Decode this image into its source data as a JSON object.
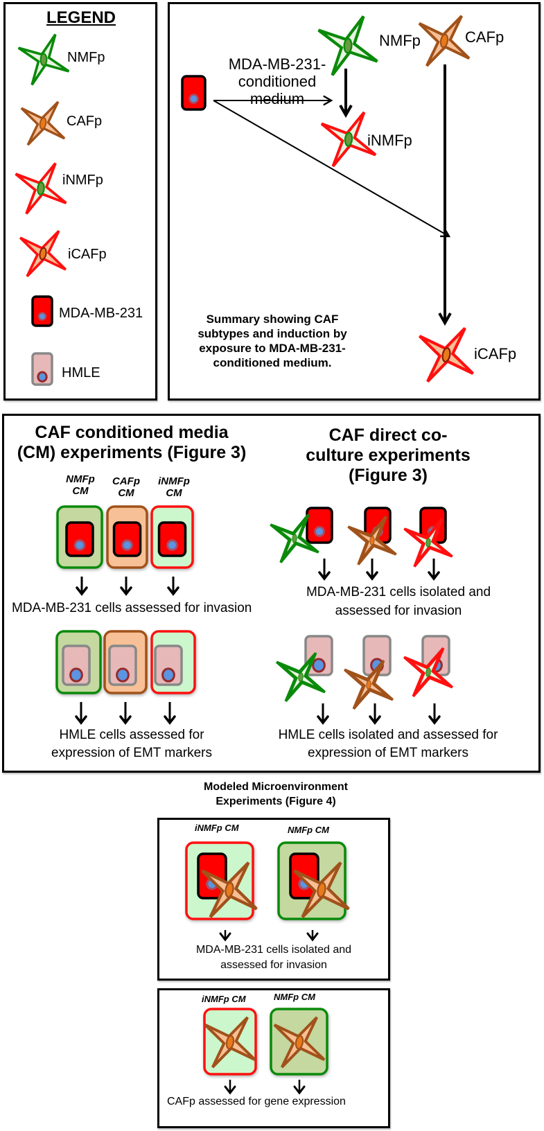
{
  "legend": {
    "title": "LEGEND",
    "items": [
      {
        "label": "NMFp",
        "icon": "nmfp-cell-icon"
      },
      {
        "label": "CAFp",
        "icon": "cafp-cell-icon"
      },
      {
        "label": "iNMFp",
        "icon": "inmfp-cell-icon"
      },
      {
        "label": "iCAFp",
        "icon": "icafp-cell-icon"
      },
      {
        "label": "MDA-MB-231",
        "icon": "mda-mb-231-cell-icon"
      },
      {
        "label": "HMLE",
        "icon": "hmle-cell-icon"
      }
    ]
  },
  "summary": {
    "nmfp_label": "NMFp",
    "cafp_label": "CAFp",
    "inmfp_label": "iNMFp",
    "icafp_label": "iCAFp",
    "medium_label": [
      "MDA-MB-231-",
      "conditioned",
      "medium"
    ],
    "caption": [
      "Summary showing CAF",
      "subtypes and induction by",
      "exposure to MDA-MB-231-",
      "conditioned medium."
    ]
  },
  "cm_experiments": {
    "title": [
      "CAF conditioned media",
      "(CM) experiments (Figure 3)"
    ],
    "wells": [
      {
        "label": [
          "NMFp",
          "CM"
        ],
        "type": "NMFp"
      },
      {
        "label": [
          "CAFp",
          "CM"
        ],
        "type": "CAFp"
      },
      {
        "label": [
          "iNMFp",
          "CM"
        ],
        "type": "iNMFp"
      }
    ],
    "invasion_text": "MDA-MB-231 cells assessed for invasion",
    "emt_text": [
      "HMLE cells assessed for",
      "expression of EMT markers"
    ]
  },
  "coculture_experiments": {
    "title": [
      "CAF direct co-",
      "culture experiments",
      "(Figure 3)"
    ],
    "fibroblasts": [
      "NMFp",
      "CAFp",
      "iNMFp"
    ],
    "invasion_text": [
      "MDA-MB-231 cells isolated and",
      "assessed for invasion"
    ],
    "emt_text": [
      "HMLE cells isolated and assessed for",
      "expression of EMT markers"
    ]
  },
  "modeled": {
    "title": [
      "Modeled Microenvironment",
      "Experiments (Figure 4)"
    ],
    "panel1": {
      "wells": [
        {
          "label": "iNMFp CM",
          "type": "iNMFp"
        },
        {
          "label": "NMFp CM",
          "type": "NMFp"
        }
      ],
      "result_text": [
        "MDA-MB-231 cells isolated and",
        "assessed for invasion"
      ]
    },
    "panel2": {
      "wells": [
        {
          "label": "iNMFp CM",
          "type": "iNMFp"
        },
        {
          "label": "NMFp CM",
          "type": "NMFp"
        }
      ],
      "result_text": "CAFp assessed for gene expression"
    }
  },
  "colors": {
    "nmfp_outline": "#0a8a0a",
    "nmfp_fill": "#e8f4e0",
    "nmfp_nucleus": "#6a9a40",
    "cafp_outline": "#a0521a",
    "cafp_fill": "#f8be94",
    "cafp_nucleus": "#e87a1a",
    "induced_outline": "#ff1010",
    "mda_fill": "#ff0000",
    "hmle_fill": "#e6b8b8",
    "hmle_border": "#888888",
    "nucleus_blue": "#5b94e0",
    "well_nmfp": "#c4d8a0",
    "well_cafp": "#f8c096",
    "well_inmfp": "#ccf6cc"
  }
}
